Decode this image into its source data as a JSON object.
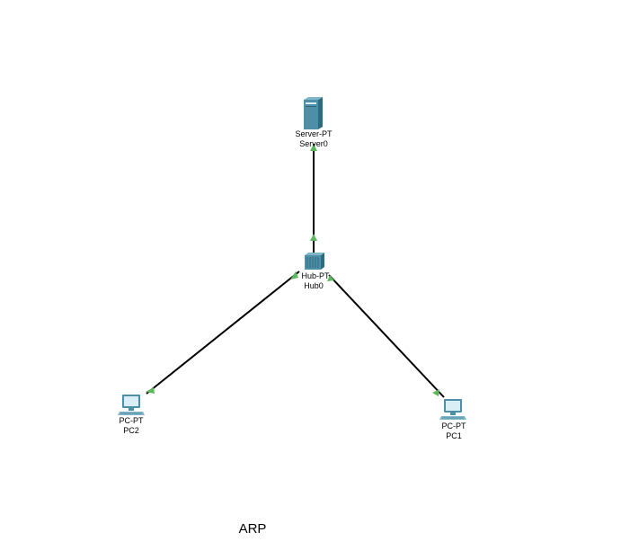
{
  "devices": {
    "server0": {
      "model": "Server-PT",
      "name": "Server0",
      "icon": "server-icon"
    },
    "hub0": {
      "model": "Hub-PT",
      "name": "Hub0",
      "icon": "hub-icon"
    },
    "pc2": {
      "model": "PC-PT",
      "name": "PC2",
      "icon": "pc-icon"
    },
    "pc1": {
      "model": "PC-PT",
      "name": "PC1",
      "icon": "pc-icon"
    }
  },
  "links": [
    {
      "from": "hub0",
      "to": "server0",
      "status": "up"
    },
    {
      "from": "hub0",
      "to": "pc2",
      "status": "up"
    },
    {
      "from": "hub0",
      "to": "pc1",
      "status": "up"
    }
  ],
  "note": "ARP",
  "colors": {
    "link": "#000000",
    "link_up": "#5cb85c",
    "device": "#4d8fa6"
  }
}
